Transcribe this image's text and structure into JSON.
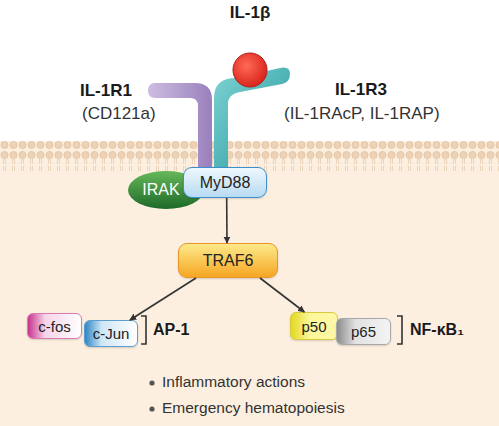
{
  "diagram": {
    "nodes": [
      {
        "text": [
          "IL-1β"
        ]
      },
      {
        "text": [
          "IL-1R1",
          "(CD121a)"
        ]
      },
      {
        "text": [
          "IL-1R3",
          "(IL-1RAcP, IL-1RAP)"
        ]
      },
      {
        "text": [
          "IRAK"
        ]
      },
      {
        "text": [
          "MyD88"
        ]
      },
      {
        "text": [
          "TRAF6"
        ]
      },
      {
        "text": [
          "c-fos"
        ]
      },
      {
        "text": [
          "c-Jun"
        ]
      },
      {
        "text": [
          "p50"
        ]
      },
      {
        "text": [
          "p65"
        ]
      }
    ],
    "edges": [
      {
        "from": 4,
        "to": 5,
        "arrow": "to"
      },
      {
        "from": 5,
        "to": 7,
        "arrow": "to"
      },
      {
        "from": 5,
        "to": 8,
        "arrow": "to"
      }
    ],
    "labels": [
      "AP-1",
      "NF-κB₁",
      "Inflammatory actions",
      "Emergency hematopoiesis"
    ]
  }
}
